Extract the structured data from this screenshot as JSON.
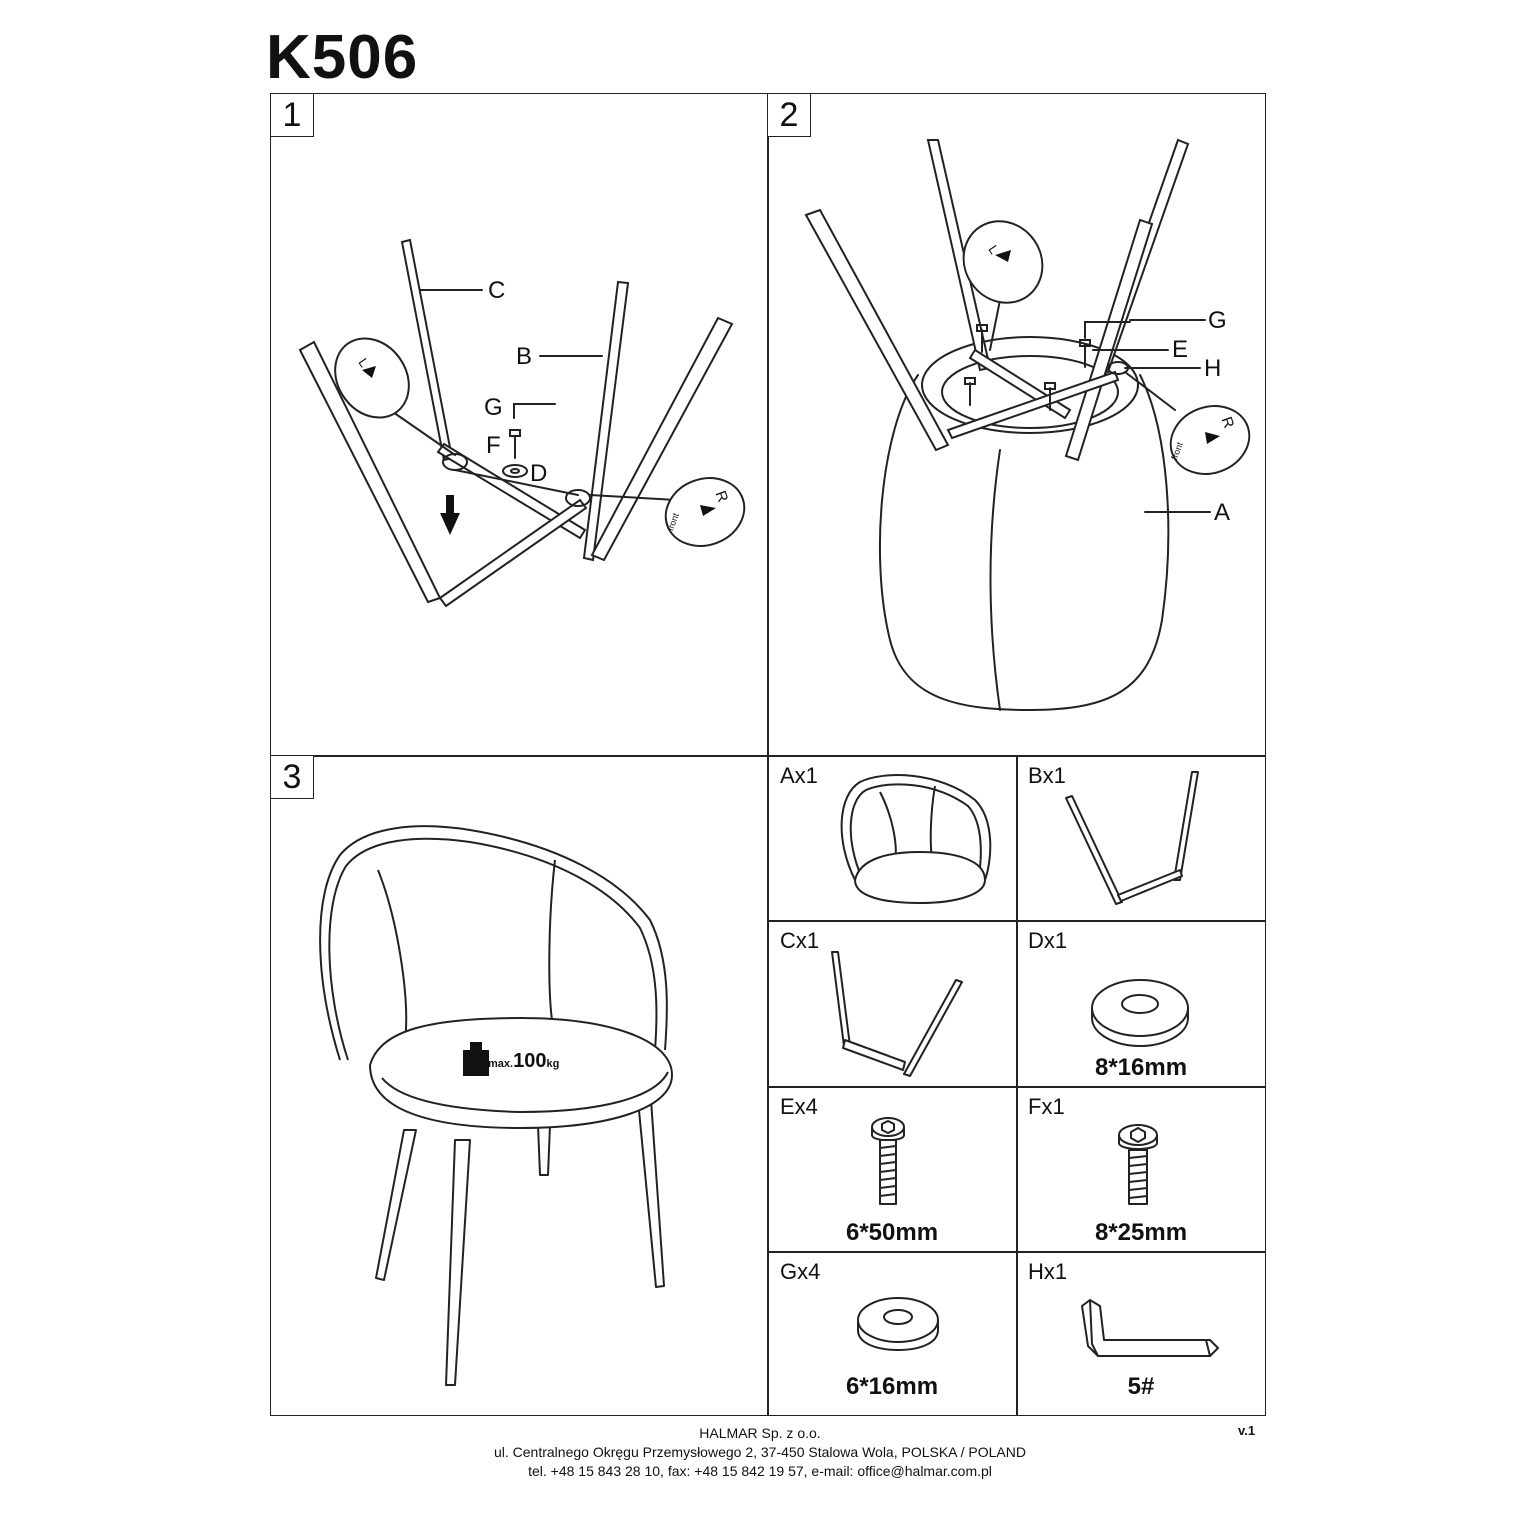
{
  "title": "K506",
  "steps": [
    {
      "number": "1",
      "callouts": [
        "C",
        "B",
        "G",
        "F",
        "D"
      ]
    },
    {
      "number": "2",
      "callouts": [
        "G",
        "E",
        "H",
        "A"
      ]
    },
    {
      "number": "3",
      "weight_prefix": "max.",
      "weight_value": "100",
      "weight_unit": "kg"
    }
  ],
  "leg_markings": {
    "left": "L",
    "right": "R",
    "front": "front"
  },
  "parts": [
    {
      "label": "Ax1",
      "size": ""
    },
    {
      "label": "Bx1",
      "size": ""
    },
    {
      "label": "Cx1",
      "size": ""
    },
    {
      "label": "Dx1",
      "size": "8*16mm"
    },
    {
      "label": "Ex4",
      "size": "6*50mm"
    },
    {
      "label": "Fx1",
      "size": "8*25mm"
    },
    {
      "label": "Gx4",
      "size": "6*16mm"
    },
    {
      "label": "Hx1",
      "size": "5#"
    }
  ],
  "footer": {
    "company": "HALMAR Sp. z o.o.",
    "address": "ul. Centralnego Okręgu Przemysłowego 2, 37-450 Stalowa Wola, POLSKA / POLAND",
    "contact": "tel. +48 15 843 28 10, fax: +48 15 842 19 57, e-mail: office@halmar.com.pl",
    "version": "v.1"
  }
}
